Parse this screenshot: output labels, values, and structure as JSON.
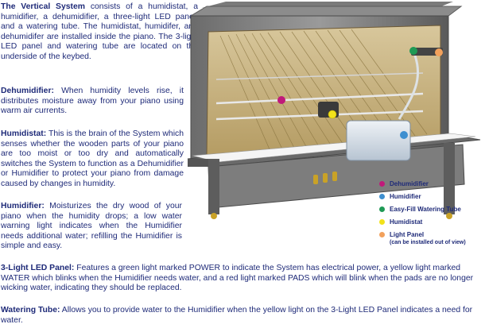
{
  "paragraphs": {
    "vertical": {
      "title": "The Vertical System",
      "body": " consists of a humidistat, a humidifier, a dehumidifier, a three-light LED panel, and a watering tube. The humidistat, humidifer, and dehumidifer are installed inside the piano. The 3-light LED panel and watering tube are located on the underside of the keybed."
    },
    "dehumidifier": {
      "title": "Dehumidifier:",
      "body": " When humidity levels rise, it distributes moisture away from your piano using warm air currents."
    },
    "humidistat": {
      "title": "Humidistat:",
      "body": " This is the brain of the System which senses whether the wooden parts of your piano are too moist or too dry and automatically switches the System to function as a Dehumidifier or Humidifier to protect your piano from damage caused by changes in humidity."
    },
    "humidifier": {
      "title": "Humidifier:",
      "body": " Moisturizes the dry wood of your piano when the humidity drops; a low water warning light indicates when the Humidifier needs additional water; refilling the Humidifier is simple and easy."
    },
    "led": {
      "title": "3-Light LED Panel:",
      "body": " Features a green light marked POWER to indicate the System has electrical power, a yellow light marked WATER which blinks when the Humidifier needs water, and a red light marked PADS which will blink when the pads are no longer wicking water, indicating they should be replaced."
    },
    "tube": {
      "title": "Watering Tube:",
      "body": " Allows you to provide water to the Humidifier when the yellow light on the 3-Light LED Panel indicates a need for water."
    }
  },
  "legend": [
    {
      "label": "Dehumidifier",
      "color": "#c0197a"
    },
    {
      "label": "Humidifier",
      "color": "#3e8fd0"
    },
    {
      "label": "Easy-Fill Watering Tube",
      "color": "#1f9a55"
    },
    {
      "label": "Humidistat",
      "color": "#f2e21a"
    },
    {
      "label": "Light Panel",
      "note": "(can be installed out of view)",
      "color": "#f2a15c"
    }
  ]
}
